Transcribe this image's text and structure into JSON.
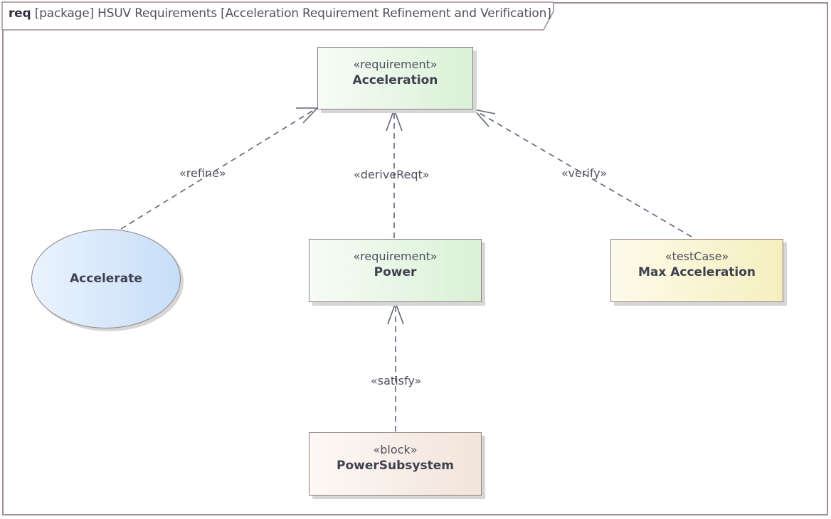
{
  "frame": {
    "kind": "req",
    "title": "[package] HSUV Requirements [Acceleration Requirement Refinement and Verification]"
  },
  "nodes": {
    "acceleration": {
      "stereotype": "«requirement»",
      "name": "Acceleration"
    },
    "power": {
      "stereotype": "«requirement»",
      "name": "Power"
    },
    "max_acceleration": {
      "stereotype": "«testCase»",
      "name": "Max Acceleration"
    },
    "power_subsystem": {
      "stereotype": "«block»",
      "name": "PowerSubsystem"
    },
    "accelerate": {
      "name": "Accelerate"
    }
  },
  "edges": {
    "refine": {
      "label": "«refine»",
      "from": "Accelerate",
      "to": "Acceleration"
    },
    "derive": {
      "label": "«deriveReqt»",
      "from": "Power",
      "to": "Acceleration"
    },
    "verify": {
      "label": "«verify»",
      "from": "Max Acceleration",
      "to": "Acceleration"
    },
    "satisfy": {
      "label": "«satisfy»",
      "from": "PowerSubsystem",
      "to": "Power"
    }
  },
  "colors": {
    "border": "#8f7f7f",
    "edge": "#5f6478",
    "requirement_fill": "#d9f1d6",
    "testcase_fill": "#f5efbf",
    "block_fill": "#f2e4da",
    "usecase_fill": "#c6def8"
  }
}
